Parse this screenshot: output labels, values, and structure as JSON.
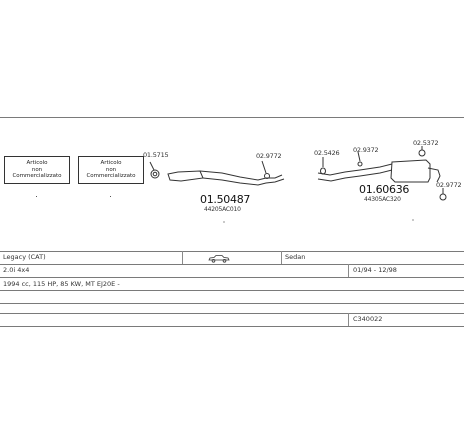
{
  "boxes": [
    {
      "text": "Articolo\nnon\nCommercializzato"
    },
    {
      "text": "Articolo\nnon\nCommercializzato"
    }
  ],
  "part_labels": {
    "clamp_1": "01.5715",
    "clamp_2": "02.9772",
    "clamp_3": "02.5426",
    "clamp_4": "02.9372",
    "clamp_5": "02.5372",
    "clamp_6": "02.9772"
  },
  "parts": {
    "mid_number": "01.50487",
    "mid_oem": "44205AC010",
    "rear_number": "01.60636",
    "rear_oem": "44305AC320"
  },
  "info": {
    "model": "Legacy (CAT)",
    "body_type": "Sedan",
    "engine": "2.0i 4x4",
    "date_range": "01/94 - 12/98",
    "spec_line": "1994 cc, 115 HP, 85 KW, MT EJ20E -",
    "code": "C340022"
  }
}
